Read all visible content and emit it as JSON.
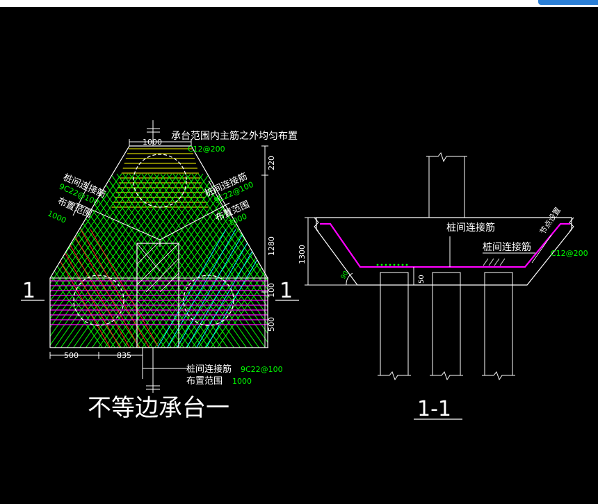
{
  "plan": {
    "dim_top": "1000",
    "note_top": "承台范围内主筋之外均匀布置",
    "rebar_top": "C12@200",
    "dims_right": [
      "220",
      "1280",
      "100",
      "500"
    ],
    "dims_bottom": [
      "500",
      "835"
    ],
    "left_strip_label": "桩间连接筋",
    "left_strip_spec": "9C22@100",
    "left_strip_range": "布置范围",
    "left_strip_width": "1000",
    "right_strip_label": "桩间连接筋",
    "right_strip_spec": "9C22@100",
    "right_strip_range": "布置范围",
    "right_strip_width": "1000",
    "bottom_strip_label": "桩间连接筋",
    "bottom_strip_spec": "9C22@100",
    "bottom_strip_range": "布置范围",
    "bottom_strip_width": "1000",
    "section_mark": "1",
    "title": "不等边承台一"
  },
  "section": {
    "dim_height": "1300",
    "angle": "90",
    "dim_50": "50",
    "label_top": "桩间连接筋",
    "label_right": "桩间连接筋",
    "rebar": "C12@200",
    "slope_note": "节点设置",
    "title": "1-1"
  },
  "colors": {
    "white": "#ffffff",
    "green": "#00ff00",
    "yellow": "#ffff00",
    "cyan": "#00ffff",
    "red": "#ff2020",
    "magenta": "#ff00ff"
  }
}
